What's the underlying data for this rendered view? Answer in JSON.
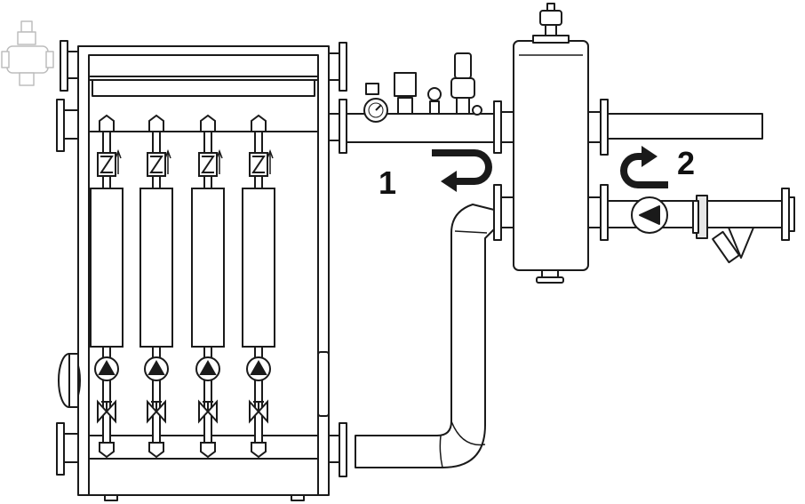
{
  "labels": {
    "flow_1": "1",
    "flow_2": "2"
  },
  "modules": {
    "count": 4
  },
  "colors": {
    "stroke": "#1a1a1a",
    "fill": "#ffffff",
    "shade": "#e6e6e6",
    "faint": "#bdbdbd"
  },
  "icons": [
    "pump-icon",
    "check-valve-icon",
    "ball-valve-icon",
    "pressure-gauge-icon",
    "air-vent-icon",
    "solenoid-valve-icon",
    "strainer-icon",
    "return-arrow-icon"
  ]
}
